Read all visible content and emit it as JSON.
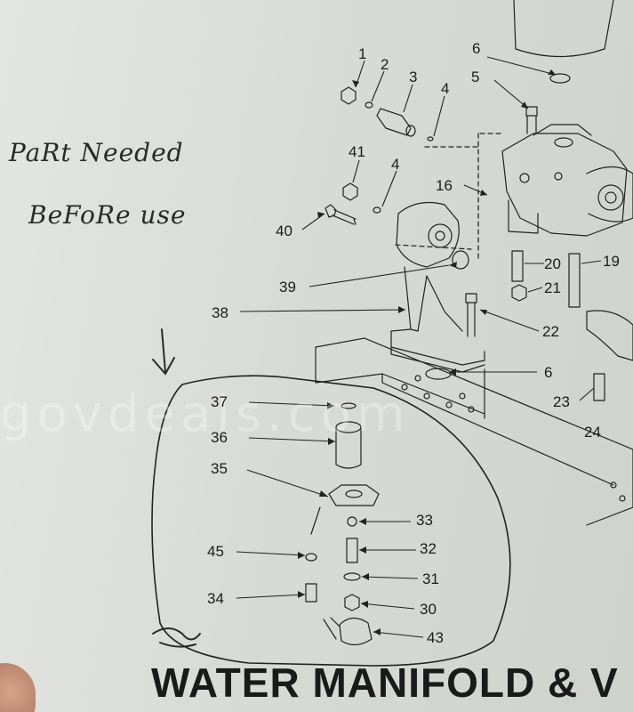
{
  "handwritten_note": {
    "line1": "PaRt Needed",
    "line2": "BeFoRe use",
    "arrow": "↓"
  },
  "watermark": "govdeals.com",
  "title": "WATER MANIFOLD & V",
  "callouts": {
    "c1": "1",
    "c2": "2",
    "c3": "3",
    "c4a": "4",
    "c5": "5",
    "c6a": "6",
    "c41": "41",
    "c4b": "4",
    "c16": "16",
    "c40": "40",
    "c20": "20",
    "c19": "19",
    "c21": "21",
    "c39": "39",
    "c38": "38",
    "c22": "22",
    "c6b": "6",
    "c23": "23",
    "c24": "24",
    "c37": "37",
    "c36": "36",
    "c35": "35",
    "c33": "33",
    "c45": "45",
    "c32": "32",
    "c31": "31",
    "c34": "34",
    "c30": "30",
    "c43": "43"
  },
  "colors": {
    "paper": "#dcdfdb",
    "ink": "#1c1c1c",
    "pen": "#2a2a2a",
    "watermark": "#ffffff"
  }
}
